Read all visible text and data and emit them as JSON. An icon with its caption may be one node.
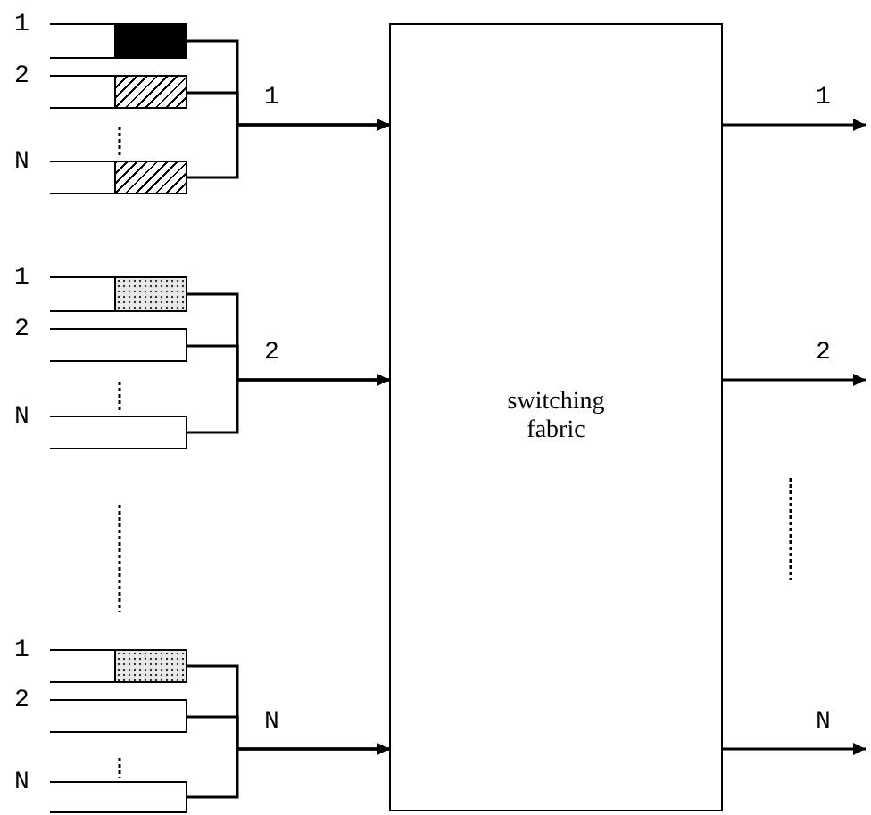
{
  "diagram": {
    "nodes": [
      {
        "text": [],
        "shape": "box",
        "beside": [
          "1"
        ]
      },
      {
        "text": [],
        "shape": "box",
        "beside": [
          "2"
        ]
      },
      {
        "text": [],
        "shape": "box",
        "beside": [
          "N"
        ]
      },
      {
        "text": [],
        "shape": "box",
        "beside": [
          "1"
        ]
      },
      {
        "text": [],
        "shape": "box",
        "beside": [
          "2"
        ]
      },
      {
        "text": [],
        "shape": "box",
        "beside": [
          "N"
        ]
      },
      {
        "text": [],
        "shape": "box",
        "beside": [
          "1"
        ]
      },
      {
        "text": [],
        "shape": "box",
        "beside": [
          "2"
        ]
      },
      {
        "text": [],
        "shape": "box",
        "beside": [
          "N"
        ]
      },
      {
        "text": [
          "switching fabric"
        ]
      }
    ],
    "edges": [
      {
        "from": 0,
        "to": 9,
        "arrow": "to",
        "label": "1"
      },
      {
        "from": 1,
        "to": 9,
        "arrow": "to"
      },
      {
        "from": 2,
        "to": 9,
        "arrow": "to"
      },
      {
        "from": 3,
        "to": 9,
        "arrow": "to",
        "label": "2"
      },
      {
        "from": 4,
        "to": 9,
        "arrow": "to"
      },
      {
        "from": 5,
        "to": 9,
        "arrow": "to"
      },
      {
        "from": 6,
        "to": 9,
        "arrow": "to",
        "label": "N"
      },
      {
        "from": 7,
        "to": 9,
        "arrow": "to"
      },
      {
        "from": 8,
        "to": 9,
        "arrow": "to"
      },
      {
        "from": 9,
        "to": null,
        "arrow": "to",
        "label": "1"
      },
      {
        "from": 9,
        "to": null,
        "arrow": "to",
        "label": "2"
      },
      {
        "from": 9,
        "to": null,
        "arrow": "to",
        "label": "N"
      }
    ]
  }
}
